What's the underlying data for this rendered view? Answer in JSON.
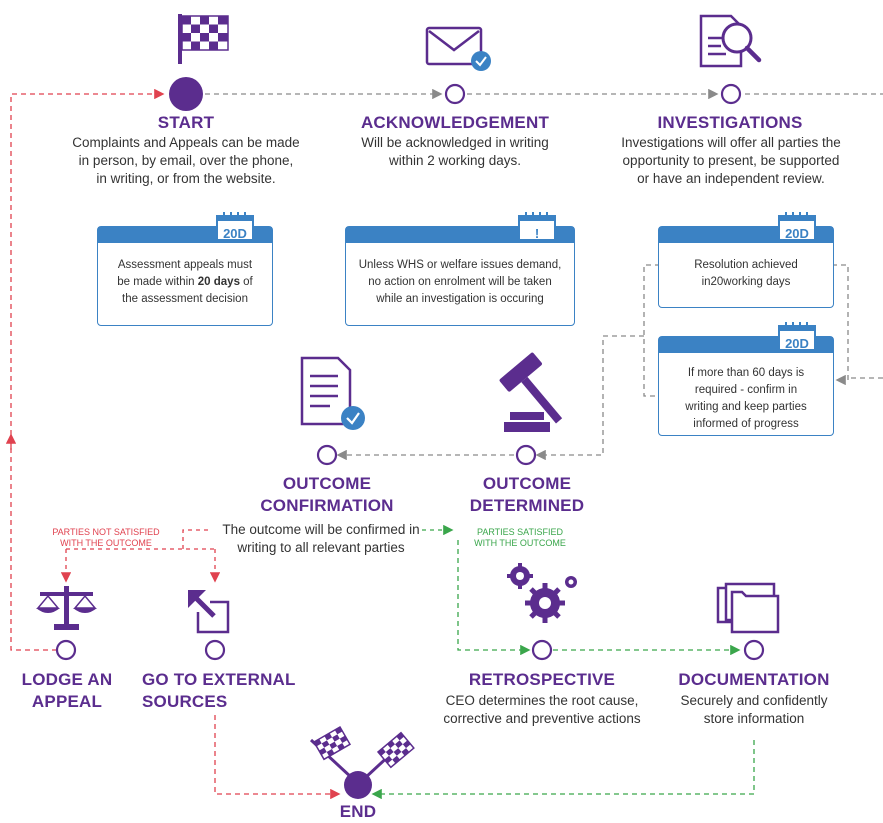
{
  "colors": {
    "purple": "#5b2d8e",
    "blue": "#3b82c4",
    "red": "#e0424f",
    "green": "#3aa64b",
    "grey": "#8a8a8a"
  },
  "steps": {
    "start": {
      "title": "START",
      "desc1": "Complaints and Appeals can be made",
      "desc2": "in person, by email, over the phone,",
      "desc3": "in writing, or from the website.",
      "icon": "checkered-flag-icon"
    },
    "ack": {
      "title": "ACKNOWLEDGEMENT",
      "desc1": "Will be acknowledged in writing",
      "desc2": "within 2 working days.",
      "icon": "envelope-check-icon"
    },
    "inv": {
      "title": "INVESTIGATIONS",
      "desc1": "Investigations will offer all parties the",
      "desc2": "opportunity to present, be supported",
      "desc3": "or have an independent review.",
      "icon": "document-magnifier-icon"
    },
    "confirm": {
      "title1": "OUTCOME",
      "title2": "CONFIRMATION",
      "desc1": "The outcome will be confirmed in",
      "desc2": "writing to all relevant parties",
      "icon": "document-check-icon"
    },
    "determined": {
      "title1": "OUTCOME",
      "title2": "DETERMINED",
      "icon": "gavel-icon"
    },
    "appeal": {
      "title1": "LODGE AN",
      "title2": "APPEAL",
      "icon": "scales-icon"
    },
    "external": {
      "title1": "GO TO EXTERNAL",
      "title2": "SOURCES",
      "icon": "external-link-icon"
    },
    "retro": {
      "title": "RETROSPECTIVE",
      "desc1": "CEO determines the root cause,",
      "desc2": "corrective and preventive actions",
      "icon": "gears-icon"
    },
    "docs": {
      "title": "DOCUMENTATION",
      "desc1": "Securely and confidently",
      "desc2": "store information",
      "icon": "folders-icon"
    },
    "end": {
      "title": "END",
      "icon": "crossed-flags-icon"
    }
  },
  "cards": {
    "appeal20": {
      "badge": "20D",
      "line1": "Assessment appeals must",
      "line2_pre": "be made within ",
      "line2_bold": "20 days",
      "line2_post": " of",
      "line3": "the assessment decision"
    },
    "whs": {
      "badge": "!",
      "line1": "Unless WHS or welfare issues demand,",
      "line2": "no action on enrolment will be taken",
      "line3": "while an investigation is occuring"
    },
    "resolution": {
      "badge": "20D",
      "line1": "Resolution achieved",
      "line2": "in20working days"
    },
    "sixty": {
      "badge": "20D",
      "line1": "If more than 60 days is",
      "line2": "required - confirm in",
      "line3": "writing and keep parties",
      "line4": "informed of progress"
    }
  },
  "branches": {
    "not_satisfied1": "PARTIES NOT SATISFIED",
    "not_satisfied2": "WITH THE OUTCOME",
    "satisfied1": "PARTIES SATISFIED",
    "satisfied2": "WITH THE OUTCOME"
  }
}
